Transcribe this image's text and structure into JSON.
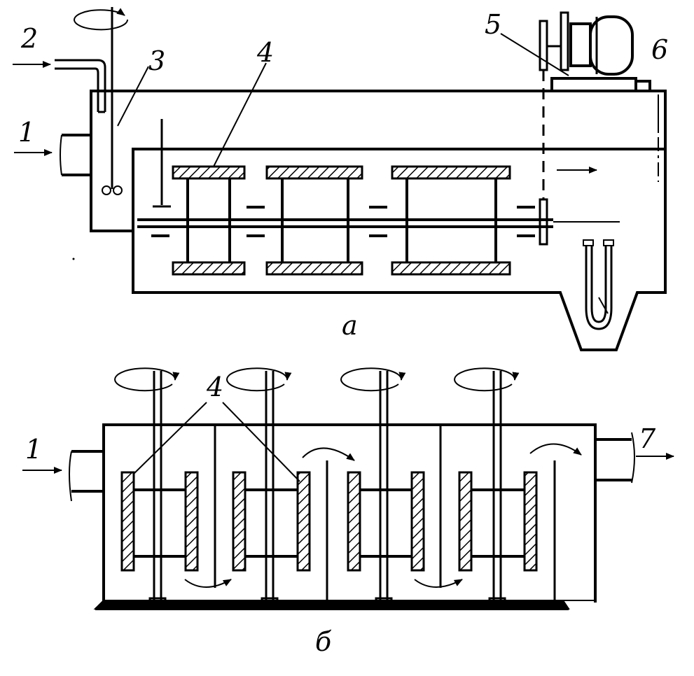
{
  "figure_a": {
    "caption": "а",
    "callouts": [
      "1",
      "2",
      "3",
      "4",
      "5",
      "6"
    ]
  },
  "figure_b": {
    "caption": "б",
    "callouts": [
      "1",
      "4",
      "7"
    ]
  },
  "colors": {
    "ink": "#000000",
    "paper": "#ffffff"
  }
}
